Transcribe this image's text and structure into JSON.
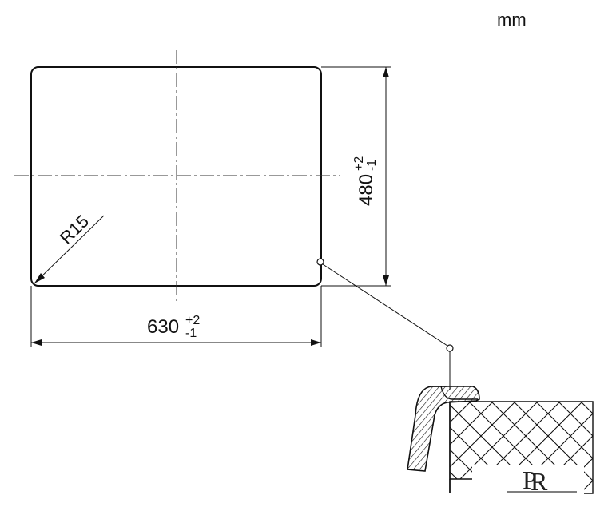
{
  "unit": "mm",
  "cutout": {
    "width": {
      "base": "630",
      "tol_upper": "+2",
      "tol_lower": "-1"
    },
    "height": {
      "base": "480",
      "tol_upper": "+2",
      "tol_lower": "-1"
    },
    "corner_radius": "R15"
  },
  "logo": {
    "name": "pr-logo-icon"
  },
  "colors": {
    "line": "#111111",
    "background": "#ffffff"
  }
}
